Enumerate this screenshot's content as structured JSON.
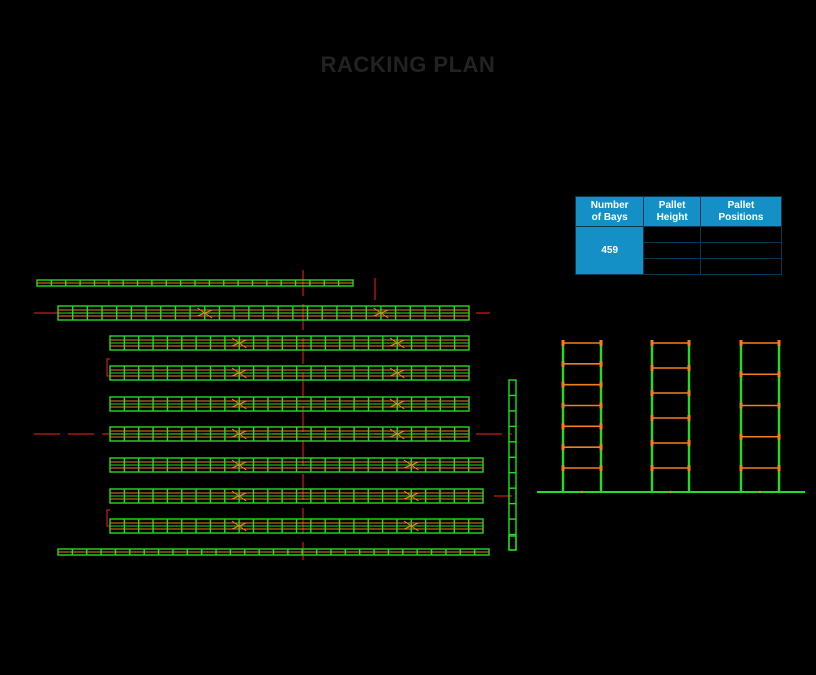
{
  "page": {
    "title": "RACKING PLAN"
  },
  "summary_table": {
    "headers": [
      "Number\nof Bays",
      "Pallet\nHeight",
      "Pallet\nPositions"
    ],
    "number_of_bays": "459",
    "pallet_height": [
      "",
      "",
      ""
    ],
    "pallet_positions": [
      "",
      "",
      ""
    ]
  },
  "colors": {
    "beam": "#f08020",
    "upright": "#22dd22",
    "guide_line": "#cc1a1a",
    "table_header": "#1590c6",
    "title": "#222222"
  },
  "plan": {
    "single_rows": [
      {
        "id": "top-single-row",
        "bays": 22
      },
      {
        "id": "bottom-single-row",
        "bays": 30
      }
    ],
    "double_rows": [
      {
        "id": "double-row-1",
        "bays": 28,
        "has_diagonal_braces": true
      },
      {
        "id": "double-row-2",
        "bays": 25,
        "has_diagonal_braces": true
      },
      {
        "id": "double-row-3",
        "bays": 25,
        "has_diagonal_braces": true
      },
      {
        "id": "double-row-4",
        "bays": 25,
        "has_diagonal_braces": true
      },
      {
        "id": "double-row-5",
        "bays": 25,
        "has_diagonal_braces": true
      },
      {
        "id": "double-row-6",
        "bays": 26,
        "has_diagonal_braces": true
      },
      {
        "id": "double-row-7",
        "bays": 26,
        "has_diagonal_braces": true
      },
      {
        "id": "double-row-8",
        "bays": 26,
        "has_diagonal_braces": true
      }
    ],
    "vertical_row": {
      "id": "right-vertical-row",
      "bays": 11
    }
  },
  "elevation": {
    "frames": [
      {
        "id": "frame-1",
        "levels": 6
      },
      {
        "id": "frame-2",
        "levels": 5
      },
      {
        "id": "frame-3",
        "levels": 4
      }
    ]
  }
}
